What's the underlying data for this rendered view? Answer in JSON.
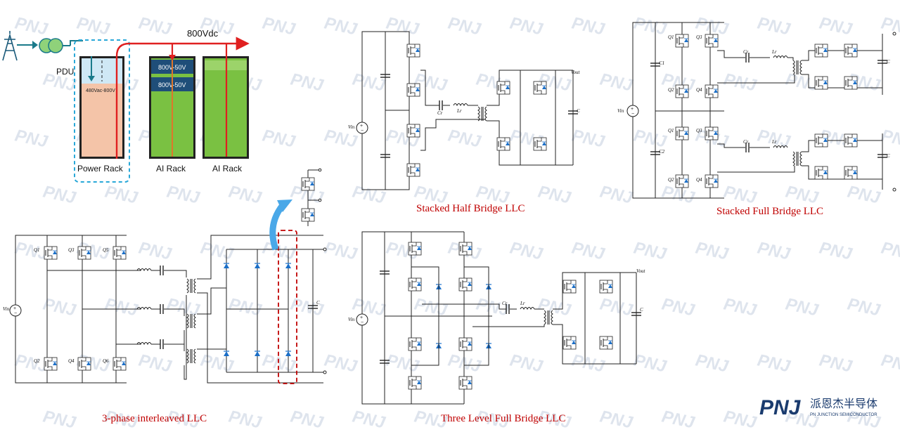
{
  "power_diagram": {
    "bus_label": "800Vdc",
    "pdu_label": "PDU",
    "pdu_voltage": "480Vac-800V",
    "power_rack_label": "Power Rack",
    "ai_rack_1_label": "AI Rack",
    "ai_rack_2_label": "AI Rack",
    "converter_1": "800V-50V",
    "converter_2": "800V-50V"
  },
  "captions": {
    "stacked_half_bridge": "Stacked Half Bridge LLC",
    "stacked_full_bridge": "Stacked Full Bridge LLC",
    "three_phase": "3-phase interleaved LLC",
    "three_level": "Three Level Full Bridge LLC"
  },
  "circuit_labels": {
    "vin": "Vin",
    "vout": "Vout",
    "cr": "Cr",
    "lr": "Lr",
    "c": "C",
    "c1": "C1",
    "c2": "C2",
    "q1": "Q1",
    "q2": "Q2",
    "q3": "Q3",
    "q4": "Q4",
    "q5": "Q5",
    "q6": "Q6"
  },
  "logo": {
    "mark": "PNJ",
    "name_cn": "派恩杰半导体",
    "name_en": "PN JUNCTION SEMICONDUCTOR"
  },
  "watermark": "PNJ",
  "colors": {
    "bus_red": "#e02020",
    "teal": "#1a7a8a",
    "rack_green": "#7ac142",
    "rack_navy": "#1f4e79",
    "pdu_blue": "#cfe8f5",
    "pdu_salmon": "#f4c4a8",
    "dashed_cyan": "#29a8d8",
    "dashed_red": "#c00000",
    "diode_blue": "#1b6fc8",
    "caption_red": "#c00000",
    "logo_navy": "#1a3b6e"
  }
}
